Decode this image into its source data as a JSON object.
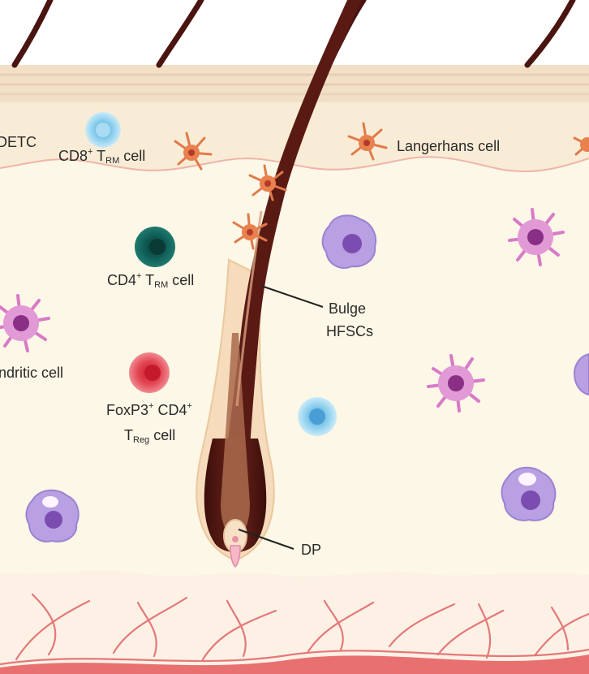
{
  "labels": {
    "detc": "DETC",
    "cd8_trm": {
      "pre": "CD8",
      "sup": "+",
      "t": " T",
      "sub": "RM",
      "post": " cell"
    },
    "langerhans": "Langerhans cell",
    "cd4_trm": {
      "pre": "CD4",
      "sup": "+",
      "t": " T",
      "sub": "RM",
      "post": " cell"
    },
    "bulge": "Bulge",
    "hfscs": "HFSCs",
    "dendritic": "ndritic cell",
    "treg_line1": {
      "a": "FoxP3",
      "a_sup": "+",
      "b": " CD4",
      "b_sup": "+"
    },
    "treg_line2": {
      "t": "T",
      "sub": "Reg",
      "post": " cell"
    },
    "dp": "DP"
  },
  "colors": {
    "epidermis": "#f8ecd8",
    "dermis": "#fcf7e8",
    "hair": "#5a1a14",
    "cd8_cell": "#5ab4e0",
    "cd4_cell": "#0f5c55",
    "treg_cell": "#e0404a",
    "langerhans": "#e07a4a",
    "dendritic": "#d878c8",
    "macrophage": "#b49ae0",
    "vessel": "#e06a6a"
  }
}
